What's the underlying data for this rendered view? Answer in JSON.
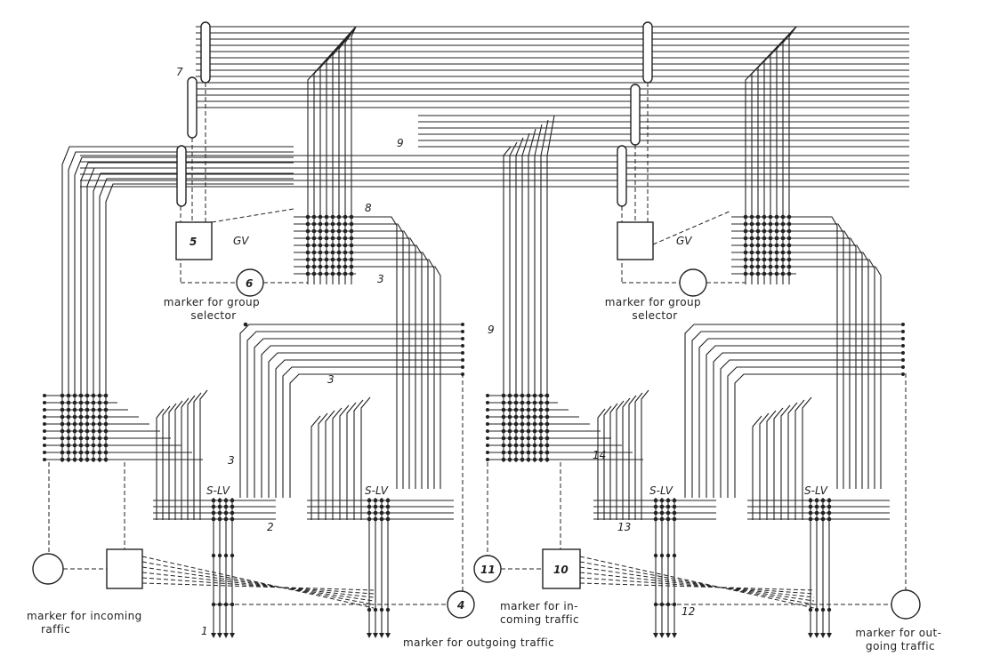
{
  "labels": {
    "marker_group_selector_left": [
      "marker for group",
      "selector"
    ],
    "marker_group_selector_right": [
      "marker for group",
      "selector"
    ],
    "marker_incoming_left": [
      "marker for incoming",
      "raffic"
    ],
    "marker_outgoing_left": [
      "marker for outgoing traffic"
    ],
    "marker_incoming_right": [
      "marker for in-",
      "coming traffic"
    ],
    "marker_outgoing_right": [
      "marker for out-",
      "going traffic"
    ],
    "gv_left": "GV",
    "gv_right": "GV",
    "slv_1": "S-LV",
    "slv_2": "S-LV",
    "slv_3": "S-LV",
    "slv_4": "S-LV"
  },
  "numbers": {
    "n1": "1",
    "n2": "2",
    "n3a": "3",
    "n3b": "3",
    "n3c": "3",
    "n4": "4",
    "n5": "5",
    "n6": "6",
    "n7": "7",
    "n8": "8",
    "n9a": "9",
    "n9b": "9",
    "n10": "10",
    "n11": "11",
    "n12": "12",
    "n13": "13",
    "n14": "14"
  },
  "colors": {
    "ink": "#222222",
    "paper": "#ffffff"
  }
}
